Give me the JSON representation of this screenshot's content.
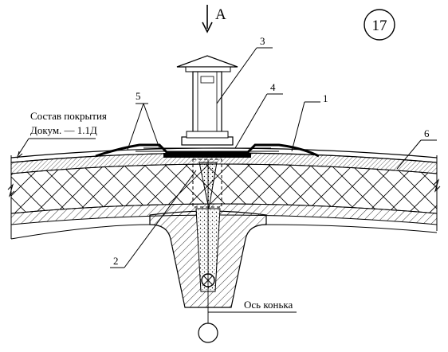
{
  "view_marker": {
    "letter": "А"
  },
  "sheet_number": "17",
  "composition_note": {
    "line1": "Состав покрытия",
    "line2": "Докум. — 1.1Д"
  },
  "callouts": {
    "c1": "1",
    "c2": "2",
    "c3": "3",
    "c4": "4",
    "c5": "5",
    "c6": "6"
  },
  "ridge_axis_label": "Ось конька"
}
